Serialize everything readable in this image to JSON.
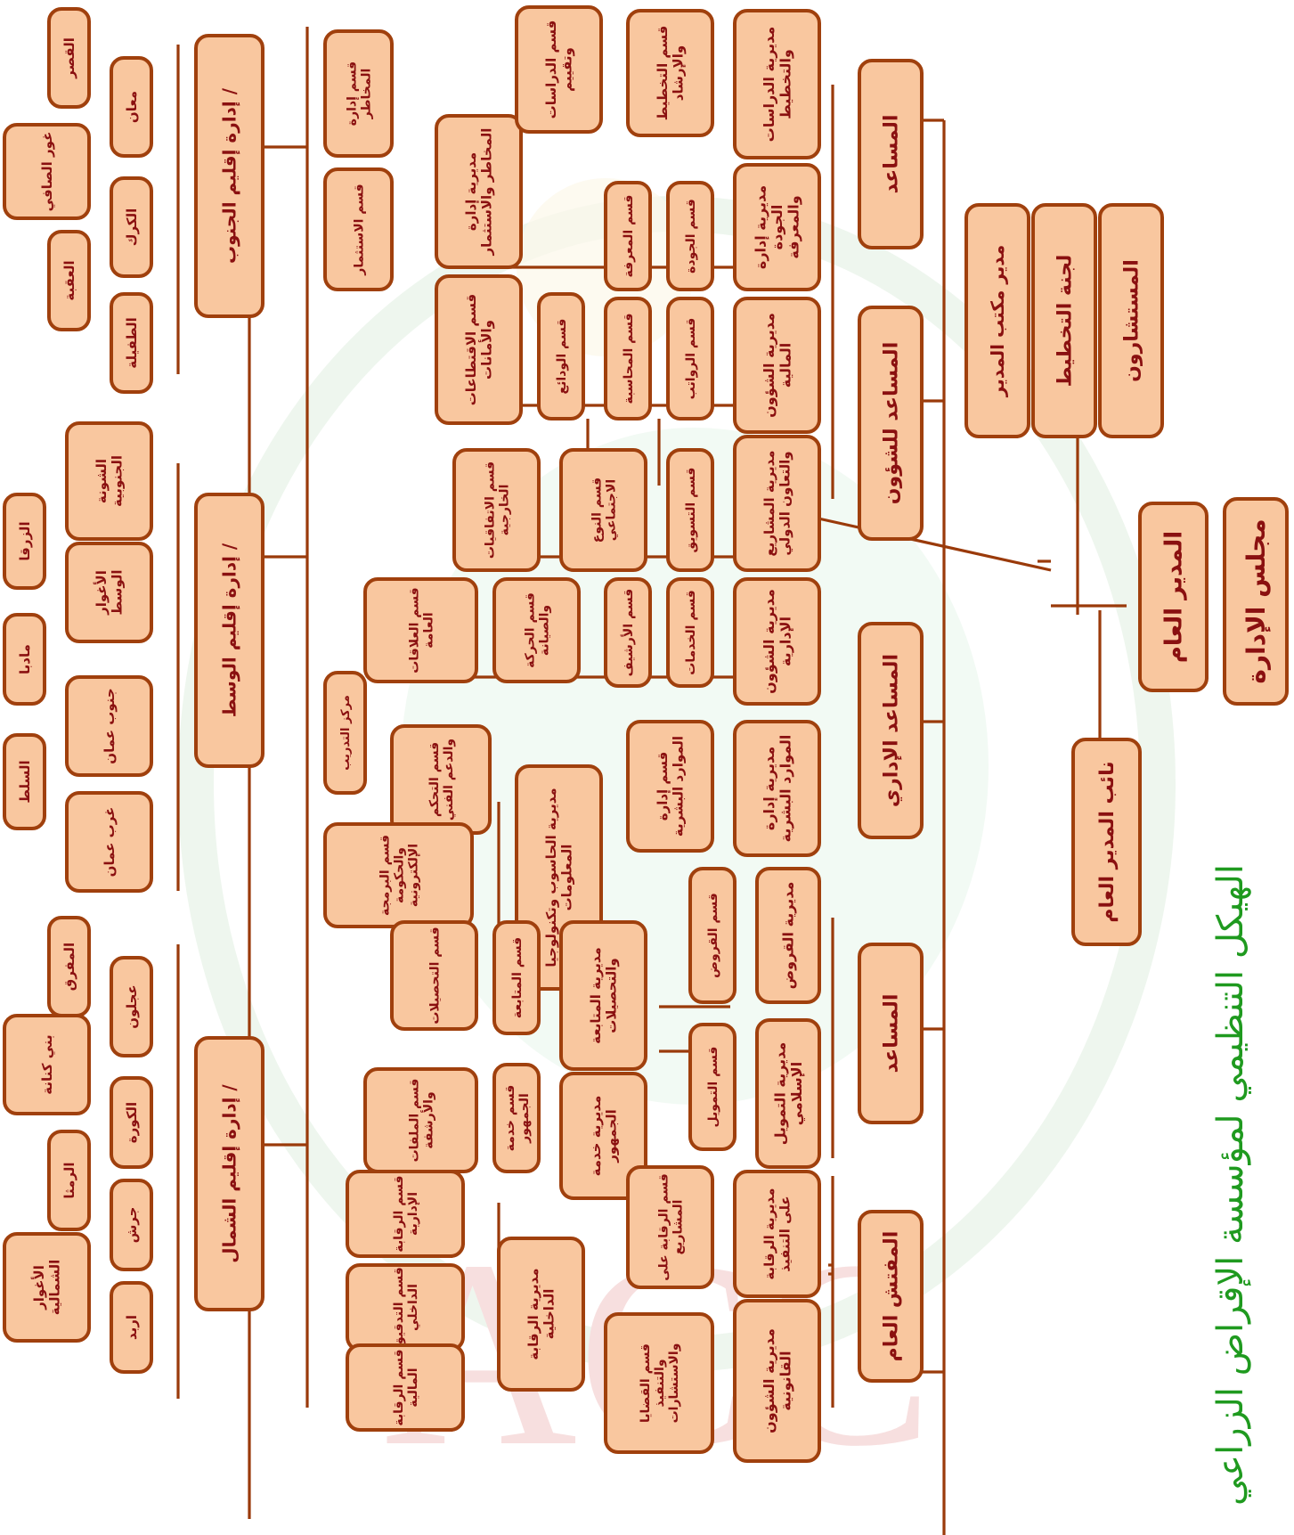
{
  "title": "الهيكل التنظيمي لمؤسسة الإقراض الزراعي",
  "watermark": {
    "letters": "ACC"
  },
  "colors": {
    "box_fill": "#f9c79f",
    "box_border": "#a0400d",
    "box_text": "#8a1010",
    "line": "#9a3a0a",
    "title": "#1f9a1f"
  },
  "top": {
    "board": "مجلس الإدارة",
    "gm": "المدير العام",
    "deputy": "نائب المدير العام",
    "advisors": "المستشارون",
    "planning": "لجنة التخطيط",
    "office": "مدير مكتب المدير"
  },
  "assistants": {
    "a1": "المساعد",
    "a2": "المساعد للشؤون",
    "a3": "المساعد الإداري",
    "a4": "المساعد",
    "a5": "المفتش العام"
  },
  "directorates": {
    "studies": "مديرية الدراسات والتخطيط",
    "quality": "مديرية إدارة الجودة والمعرفة",
    "financial": "مديرية الشؤون المالية",
    "projects": "مديرية المشاريع والتعاون الدولي",
    "admin": "مديرية الشؤون الإدارية",
    "hr": "مديرية إدارة الموارد البشرية",
    "loans": "مديرية القروض",
    "islamic": "مديرية التمويل الإسلامي",
    "monitoring": "مديرية الرقابة على التنفيذ",
    "legal": "مديرية الشؤون القانونية",
    "risk": "مديرية إدارة المخاطر والاستثمار",
    "deductions": "قسم الاقتطاعات والأمانات",
    "computer": "مديرية الحاسوب وتكنولوجيا المعلومات",
    "followup": "مديرية المتابعة والتحصيلات",
    "service": "مديرية خدمة الجمهور",
    "audit": "مديرية الرقابة الداخلية"
  },
  "sections": {
    "s_studies": "قسم الدراسات وتقييم",
    "s_planning": "قسم التخطيط والإرشاد",
    "s_q1": "قسم الجودة",
    "s_q2": "قسم المعرفة",
    "s_salaries": "قسم الرواتب",
    "s_s2": "قسم المحاسبة",
    "s_deposits": "قسم الودائع",
    "s_marketing": "قسم التسويق",
    "s_gender": "قسم النوع الاجتماعي",
    "s_agreements": "قسم الاتفاقيات الخارجية",
    "s_a1": "قسم الخدمات",
    "s_a2": "قسم الأرشيف",
    "s_movement": "قسم الحركة والصيانة",
    "s_relations": "قسم العلاقات العامة",
    "s_center": "مركز التدريب",
    "s_hr": "قسم إدارة الموارد البشرية",
    "s_loans": "قسم القروض",
    "s_finance": "قسم التمويل",
    "s_proj": "قسم الرقابة على المشاريع",
    "s_issues": "قسم القضايا والتنفيذ والاستشارات",
    "s_riskmgmt": "قسم إدارة المخاطر",
    "s_invest": "قسم الاستثمار",
    "s_support": "قسم التحكم والدعم الفني",
    "s_software": "قسم البرمجة والحكومة الإلكترونية",
    "s_collect": "قسم التحصيلات",
    "s_follow": "قسم المتابعة",
    "s_service": "قسم خدمة الجمهور",
    "s_files": "قسم الملفات والأرشفة",
    "s_admaudit": "قسم الرقابة الإدارية",
    "s_internal": "قسم التدقيق الداخلي",
    "s_finaudit": "قسم الرقابة المالية"
  },
  "regions": {
    "south": "إدارة إقليم الجنوب /",
    "middle": "إدارة إقليم الوسط /",
    "north": "إدارة إقليم الشمال /"
  },
  "branches": {
    "b_qasr": "القصر",
    "b_maan": "معان",
    "b_ghor_safi": "غور الصافي",
    "b_karak": "الكرك",
    "b_aqaba": "العقبة",
    "b_tafila": "الطفيلة",
    "b_shouneh": "الشونة الجنوبية",
    "b_zarqa": "الزرقا",
    "b_aghwar_wasat": "الأغوار الوسط",
    "b_madaba": "مادبا",
    "b_janoub_amman": "جنوب عمان",
    "b_salt": "السلط",
    "b_gharb_amman": "غرب عمان",
    "b_mafraq": "المفرق",
    "b_ajloun": "عجلون",
    "b_bani_kenana": "بني كنانة",
    "b_koura": "الكورة",
    "b_ramtha": "الرمثا",
    "b_jerash": "جرش",
    "b_aghwar_north": "الأغوار الشمالية",
    "b_irbid": "اربد"
  }
}
